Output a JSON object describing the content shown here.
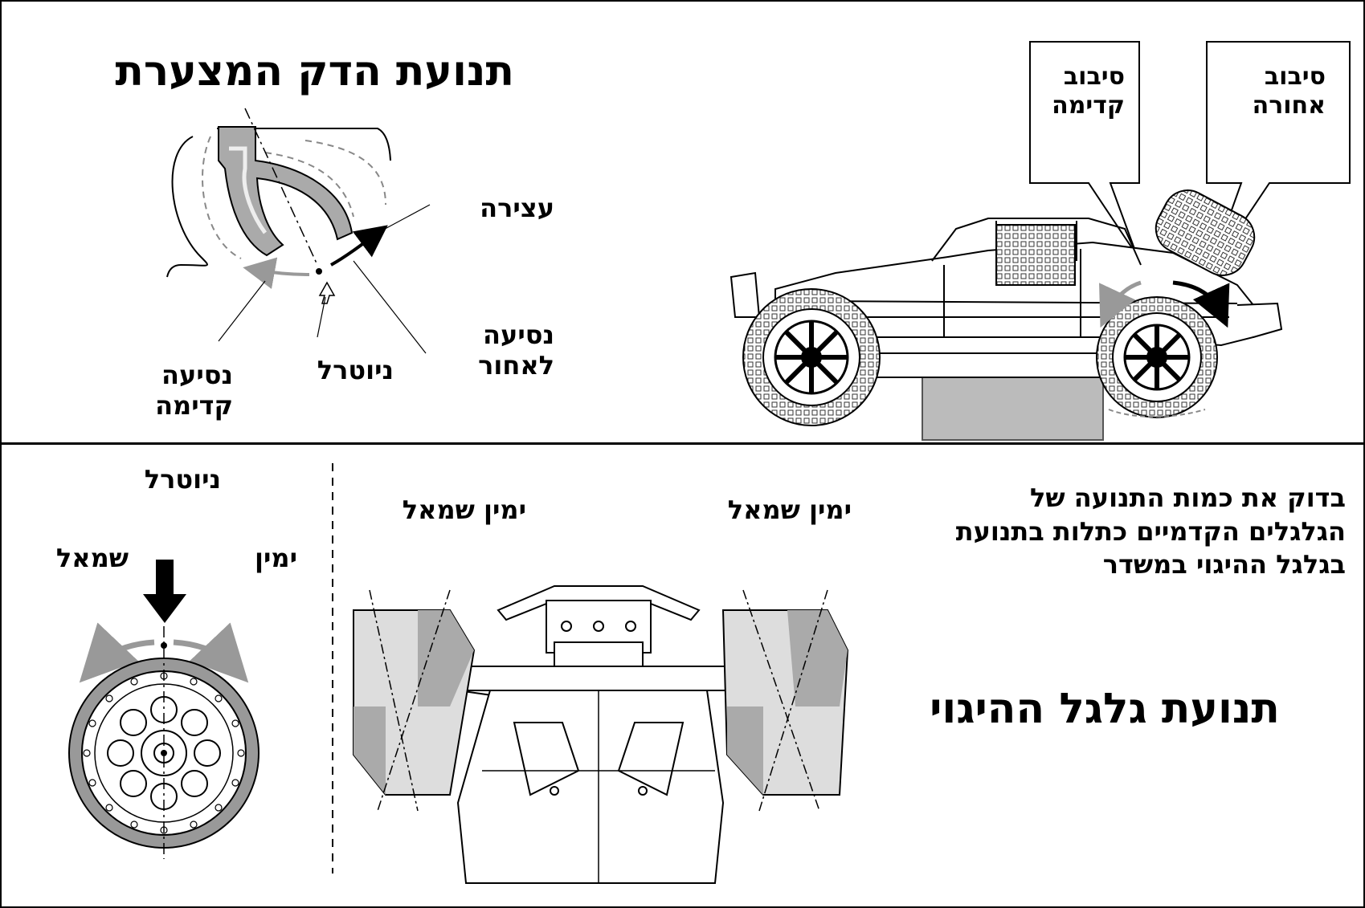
{
  "top": {
    "trigger_title": "תנועת הדק המצערת",
    "labels": {
      "brake": "עצירה",
      "reverse": "נסיעה\nלאחור",
      "neutral": "ניוטרל",
      "forward": "נסיעה\nקדימה"
    },
    "callouts": {
      "front_spin": "סיבוב\nקדימה",
      "rear_spin": "סיבוב\nאחורה"
    }
  },
  "bottom": {
    "wheel_title": "תנועת גלגל ההיגוי",
    "instructions": "בדוק את כמות התנועה של\nהגלגלים הקדמיים כתלות בתנועת\nבגלגל ההיגוי במשדר",
    "dial": {
      "neutral": "ניוטרל",
      "left": "שמאל",
      "right": "ימין"
    },
    "front_view": {
      "left_pair": "ימין  שמאל",
      "right_pair": "ימין  שמאל"
    }
  }
}
